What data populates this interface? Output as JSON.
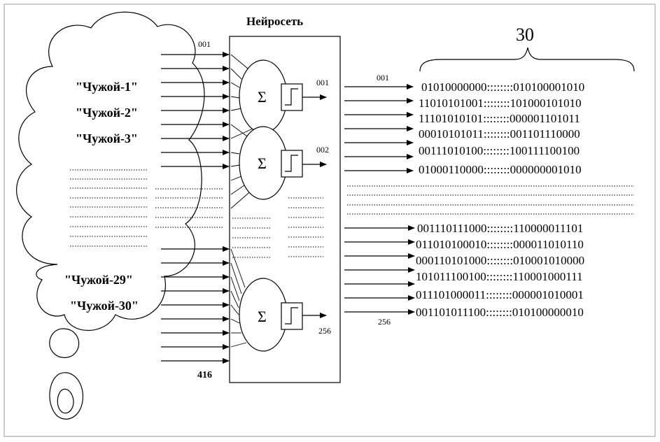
{
  "title": "Нейросеть",
  "bracket_label": "30",
  "aliens": [
    "\"Чужой-1\"",
    "\"Чужой-2\"",
    "\"Чужой-3\"",
    "\"Чужой-29\"",
    "\"Чужой-30\""
  ],
  "input_first_label": "001",
  "input_last_label": "416",
  "neuron_outputs": [
    "001",
    "002",
    "256"
  ],
  "output_first_label": "001",
  "output_last_label": "256",
  "sigma_symbol": "Σ",
  "codes_top": [
    "01010000000::::::::010100001010",
    "11010101001::::::::101000101010",
    "11101010101::::::::000001101011",
    "00010101011::::::::001101110000",
    "00111010100::::::::100111100100",
    "01000110000::::::::000000001010"
  ],
  "codes_bottom": [
    "001110111000::::::::110000011101",
    "011010100010::::::::000011010110",
    "000110101000::::::::010001010000",
    "101011100100::::::::110001000111",
    "011101000011::::::::000001010001",
    "001101011100::::::::010100000010"
  ]
}
